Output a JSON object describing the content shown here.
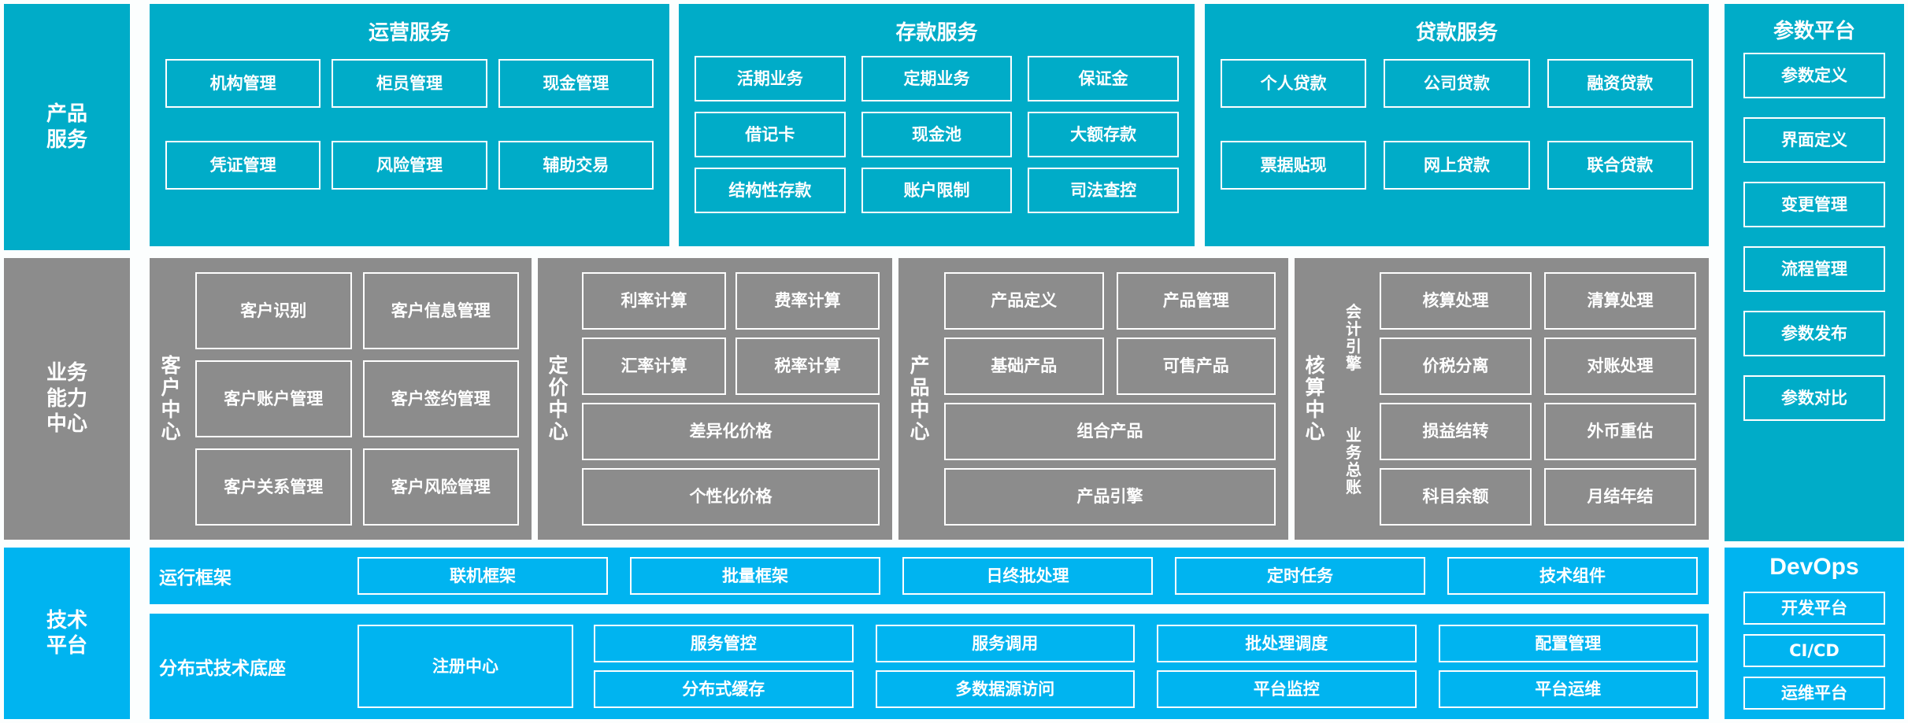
{
  "bands": {
    "product_service": "产品\n服务",
    "product_service_lines": [
      "产品",
      "服务"
    ],
    "business_capability_lines": [
      "业务",
      "能力",
      "中心"
    ],
    "tech_platform_lines": [
      "技术",
      "平台"
    ]
  },
  "product_service_row": {
    "groups": [
      {
        "title": "运营服务",
        "chips": [
          "机构管理",
          "柜员管理",
          "现金管理",
          "凭证管理",
          "风险管理",
          "辅助交易"
        ]
      },
      {
        "title": "存款服务",
        "chips": [
          "活期业务",
          "定期业务",
          "保证金",
          "借记卡",
          "现金池",
          "大额存款",
          "结构性存款",
          "账户限制",
          "司法查控"
        ]
      },
      {
        "title": "贷款服务",
        "chips": [
          "个人贷款",
          "公司贷款",
          "融资贷款",
          "票据贴现",
          "网上贷款",
          "联合贷款"
        ]
      }
    ]
  },
  "parameter_platform": {
    "title": "参数平台",
    "items": [
      "参数定义",
      "界面定义",
      "变更管理",
      "流程管理",
      "参数发布",
      "参数对比"
    ]
  },
  "business_capability_row": {
    "centers": [
      {
        "label_lines": [
          "客",
          "户",
          "中",
          "心"
        ],
        "chips": [
          "客户识别",
          "客户信息管理",
          "客户账户管理",
          "客户签约管理",
          "客户关系管理",
          "客户风险管理"
        ]
      },
      {
        "label_lines": [
          "定",
          "价",
          "中",
          "心"
        ],
        "chips": [
          "利率计算",
          "费率计算",
          "汇率计算",
          "税率计算"
        ],
        "wide_chips": [
          "差异化价格",
          "个性化价格"
        ]
      },
      {
        "label_lines": [
          "产",
          "品",
          "中",
          "心"
        ],
        "chips": [
          "产品定义",
          "产品管理",
          "基础产品",
          "可售产品"
        ],
        "wide_chips": [
          "组合产品",
          "产品引擎"
        ]
      },
      {
        "label_lines": [
          "核",
          "算",
          "中",
          "心"
        ],
        "sub_labels": [
          {
            "lines": [
              "会",
              "计",
              "引",
              "擎"
            ]
          },
          {
            "lines": [
              "业",
              "务",
              "总",
              "账"
            ]
          }
        ],
        "chips": [
          "核算处理",
          "清算处理",
          "价税分离",
          "对账处理",
          "损益结转",
          "外币重估",
          "科目余额",
          "月结年结"
        ]
      }
    ]
  },
  "tech_platform_row": {
    "runtime_framework": {
      "label": "运行框架",
      "chips": [
        "联机框架",
        "批量框架",
        "日终批处理",
        "定时任务",
        "技术组件"
      ]
    },
    "distributed_base": {
      "label": "分布式技术底座",
      "registry": "注册中心",
      "chips": [
        "服务管控",
        "服务调用",
        "批处理调度",
        "配置管理",
        "分布式缓存",
        "多数据源访问",
        "平台监控",
        "平台运维"
      ]
    }
  },
  "devops": {
    "title": "DevOps",
    "items": [
      "开发平台",
      "CI/CD",
      "运维平台"
    ]
  },
  "colors": {
    "teal": "#00ACC8",
    "blue": "#00B4F0",
    "gray": "#8C8C8C",
    "background": "#FCFEFE",
    "chip_border": "#FFFFFF",
    "text": "#FFFFFF"
  }
}
